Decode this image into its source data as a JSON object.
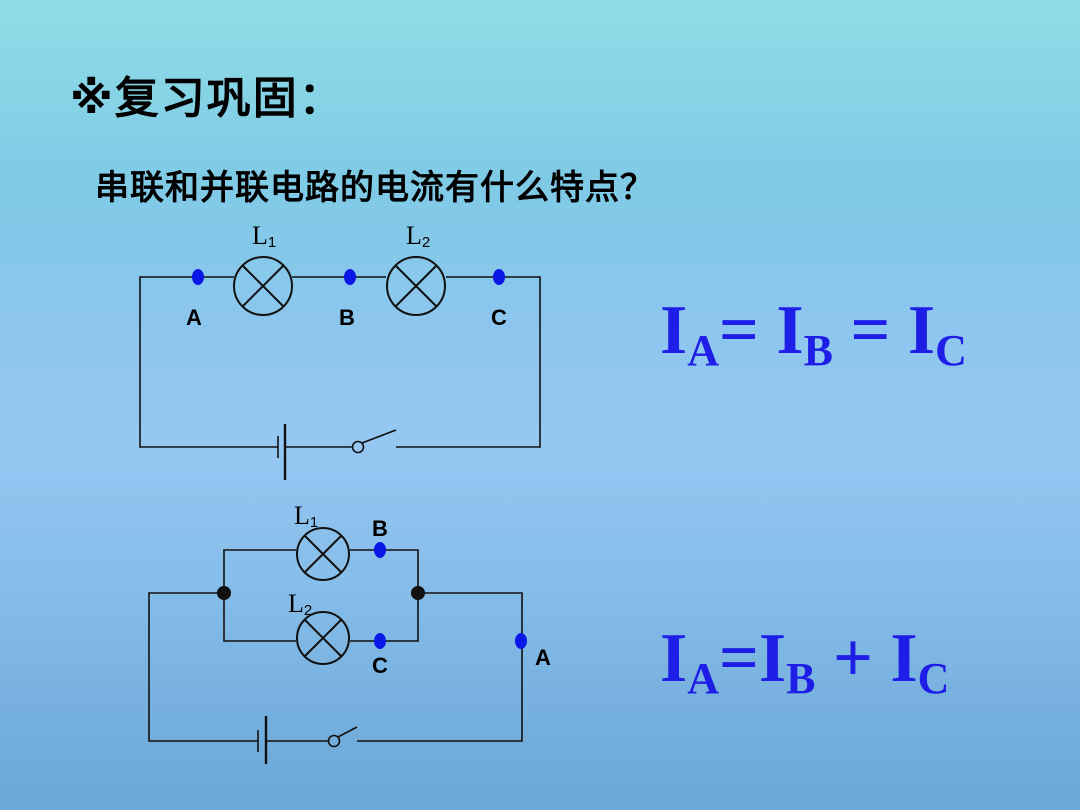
{
  "title": "※复习巩固：",
  "question": "串联和并联电路的电流有什么特点？",
  "series_circuit": {
    "lamps": [
      {
        "letter": "L",
        "sub": "1"
      },
      {
        "letter": "L",
        "sub": "2"
      }
    ],
    "points": [
      "A",
      "B",
      "C"
    ]
  },
  "parallel_circuit": {
    "lamps": [
      {
        "letter": "L",
        "sub": "1"
      },
      {
        "letter": "L",
        "sub": "2"
      }
    ],
    "points": [
      "B",
      "C",
      "A"
    ]
  },
  "formula_series": {
    "i1": "I",
    "s1": "A",
    "op1": "= ",
    "i2": "I",
    "s2": "B",
    "op2": " = ",
    "i3": "I",
    "s3": "C"
  },
  "formula_parallel": {
    "i1": "I",
    "s1": "A",
    "op1": "=",
    "i2": "I",
    "s2": "B",
    "op2": " + ",
    "i3": "I",
    "s3": "C"
  },
  "colors": {
    "formula": "#1e1ee6",
    "test_point": "#0a17e6"
  }
}
